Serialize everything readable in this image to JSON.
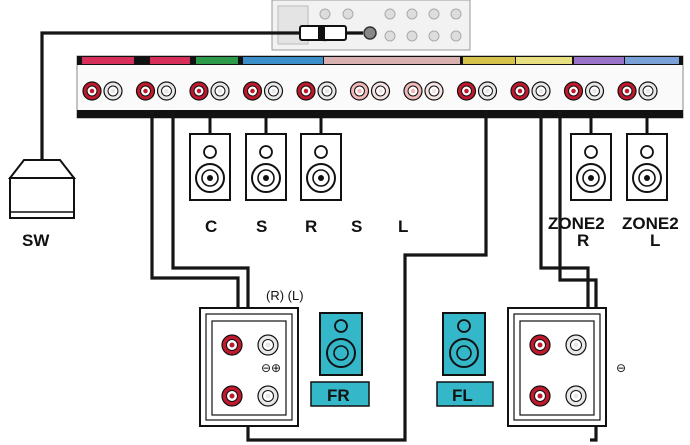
{
  "colors": {
    "red_terminal": "#c0182c",
    "faded_red_terminal": "#f2b8b8",
    "teal_speaker": "#34b7c8",
    "panel_black": "#111111",
    "front_label": "#d6305a",
    "center_label": "#2d9a4a",
    "surround_label": "#3a8fc9",
    "surround_back_label": "#d8b0b0",
    "height_label": "#d4c24a",
    "zone2_label": "#7aa0d8",
    "extra_label": "#9a72c8"
  },
  "icons": {
    "subwoofer": "subwoofer-icon",
    "speaker": "speaker-icon",
    "terminal": "speaker-terminal-icon",
    "rca_plug": "rca-plug-icon"
  },
  "labels": {
    "sw": "SW",
    "c": "C",
    "s1": "S",
    "r": "R",
    "s2": "S",
    "l": "L",
    "zone2_r_line1": "ZONE2",
    "zone2_r_line2": "R",
    "zone2_l_line1": "ZONE2",
    "zone2_l_line2": "L",
    "fr": "FR",
    "fl": "FL",
    "polarity_rl": "(R)  (L)",
    "polarity_minus_plus": "⊖⊕",
    "polarity_minus": "⊖"
  }
}
